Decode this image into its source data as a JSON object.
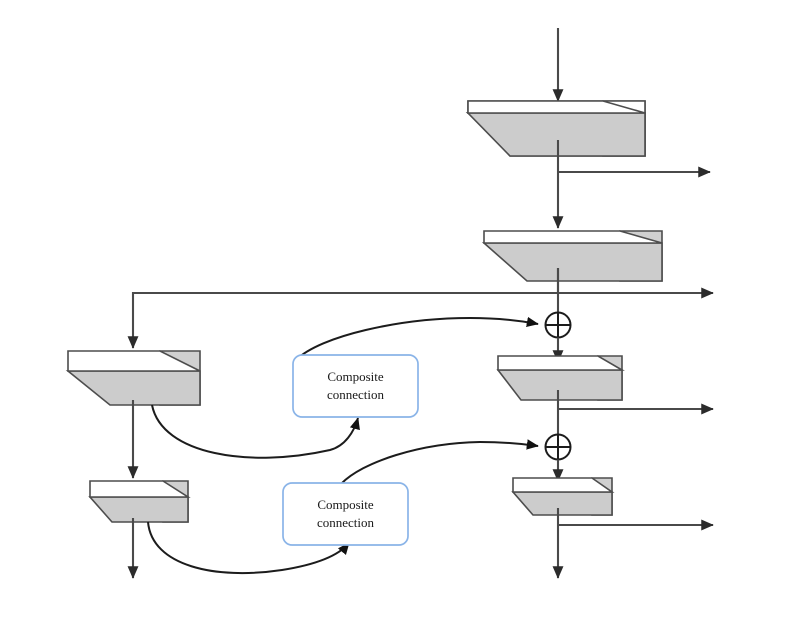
{
  "diagram": {
    "title": "Composite connection network block diagram",
    "type": "block-flow-diagram",
    "background_color": "#ffffff",
    "colors": {
      "box_top_face": "#ffffff",
      "box_front_face": "#cccccc",
      "box_outline": "#4d4d4d",
      "flow_line": "#4a4a4a",
      "curve_line": "#1c1c1c",
      "composite_box_border": "#8ab4e8",
      "composite_box_fill": "#ffffff",
      "text": "#1a1a1a"
    },
    "composite_connections": [
      {
        "id": "cc-top",
        "line1": "Composite",
        "line2": "connection"
      },
      {
        "id": "cc-bottom",
        "line1": "Composite",
        "line2": "connection"
      }
    ],
    "operators": [
      {
        "id": "add-upper",
        "symbol": "+",
        "shape": "circled-plus"
      },
      {
        "id": "add-lower",
        "symbol": "+",
        "shape": "circled-plus"
      }
    ],
    "blocks": [
      {
        "id": "right-block-1",
        "column": "right",
        "size": "large"
      },
      {
        "id": "right-block-2",
        "column": "right",
        "size": "large"
      },
      {
        "id": "right-block-3",
        "column": "right",
        "size": "medium"
      },
      {
        "id": "right-block-4",
        "column": "right",
        "size": "small"
      },
      {
        "id": "left-block-1",
        "column": "left",
        "size": "large"
      },
      {
        "id": "left-block-2",
        "column": "left",
        "size": "small"
      }
    ],
    "outputs": [
      {
        "id": "output-1",
        "direction": "right"
      },
      {
        "id": "output-2",
        "direction": "right"
      },
      {
        "id": "output-3",
        "direction": "right"
      },
      {
        "id": "output-4",
        "direction": "right"
      },
      {
        "id": "output-left-1",
        "direction": "down"
      },
      {
        "id": "output-right-1",
        "direction": "down"
      }
    ],
    "input": {
      "id": "input-top",
      "direction": "down"
    }
  }
}
